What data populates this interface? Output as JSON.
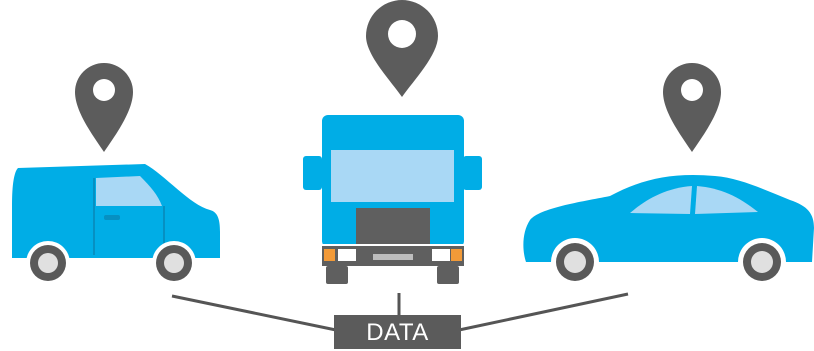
{
  "diagram": {
    "data_label": "DATA",
    "nodes": [
      {
        "id": "van",
        "icon": "van-icon",
        "marker": "location-pin-icon"
      },
      {
        "id": "truck",
        "icon": "truck-icon",
        "marker": "location-pin-icon"
      },
      {
        "id": "car",
        "icon": "car-icon",
        "marker": "location-pin-icon"
      }
    ],
    "edges": [
      {
        "from": "van",
        "to": "data"
      },
      {
        "from": "truck",
        "to": "data"
      },
      {
        "from": "car",
        "to": "data"
      }
    ]
  },
  "colors": {
    "vehicle_body": "#00ade6",
    "window": "#a9d8f5",
    "pin": "#5c5c5c",
    "wheel_tire": "#595959",
    "wheel_hub": "#e0e0e0",
    "connector": "#555555",
    "data_box": "#5b5b5b",
    "data_text": "#ffffff",
    "grille": "#5f5f5f",
    "headlight": "#f29a38"
  }
}
